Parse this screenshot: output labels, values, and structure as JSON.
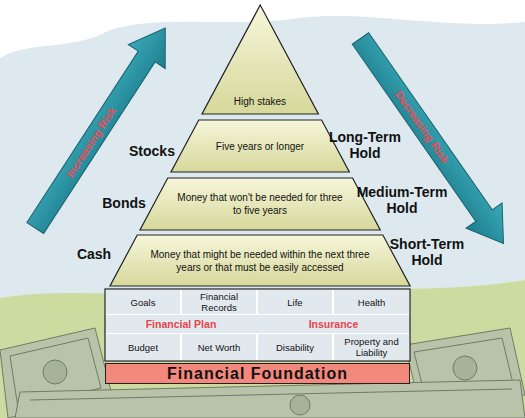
{
  "diagram": {
    "nodes": [
      {
        "text": [
          "Increasing Risk"
        ]
      },
      {
        "text": [
          "Decreasing Risk"
        ]
      },
      {
        "text": [
          "High stakes"
        ]
      },
      {
        "text": [
          "Five years or longer"
        ]
      },
      {
        "text": [
          "Money that won't be needed for three to five years"
        ]
      },
      {
        "text": [
          "Money that might be needed within the next three years or that must be easily accessed"
        ]
      },
      {
        "text": [
          "Financial Plan"
        ]
      },
      {
        "text": [
          "Goals"
        ],
        "in": 6
      },
      {
        "text": [
          "Financial Records"
        ],
        "in": 6
      },
      {
        "text": [
          "Budget"
        ],
        "in": 6
      },
      {
        "text": [
          "Net Worth"
        ],
        "in": 6
      },
      {
        "text": [
          "Insurance"
        ]
      },
      {
        "text": [
          "Life"
        ],
        "in": 11
      },
      {
        "text": [
          "Health"
        ],
        "in": 11
      },
      {
        "text": [
          "Disability"
        ],
        "in": 11
      },
      {
        "text": [
          "Property and Liability"
        ],
        "in": 11
      },
      {
        "text": [
          "Financial Foundation"
        ]
      }
    ],
    "labels": [
      "Stocks",
      "Bonds",
      "Cash",
      "Long-Term Hold",
      "Medium-Term Hold",
      "Short-Term Hold"
    ]
  }
}
